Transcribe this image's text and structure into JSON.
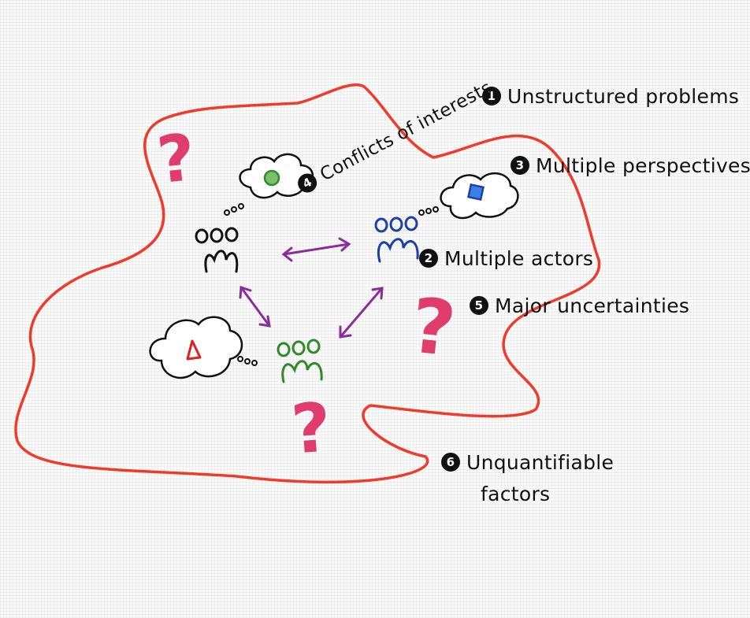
{
  "labels": [
    {
      "num": "1",
      "text": "Unstructured problems"
    },
    {
      "num": "2",
      "text": "Multiple actors"
    },
    {
      "num": "3",
      "text": "Multiple perspectives"
    },
    {
      "num": "4",
      "text": "Conflicts of interests"
    },
    {
      "num": "5",
      "text": "Major uncertainties"
    },
    {
      "num": "6",
      "text": "Unquantifiable",
      "text2": "factors"
    }
  ],
  "question_mark": "?",
  "colors": {
    "boundary": "#f03a2a",
    "arrows": "#8a2d9a",
    "question": "#e03c6d",
    "group_black": "#111111",
    "group_blue": "#1d3fa8",
    "group_green": "#2f8a2a",
    "circle_green": "#7bbf6a",
    "diamond_blue": "#3b7fe0",
    "triangle_red": "#e02020"
  },
  "icons": [
    "cloud-icon",
    "circle-icon",
    "diamond-icon",
    "triangle-icon",
    "people-icon",
    "question-mark-icon"
  ]
}
